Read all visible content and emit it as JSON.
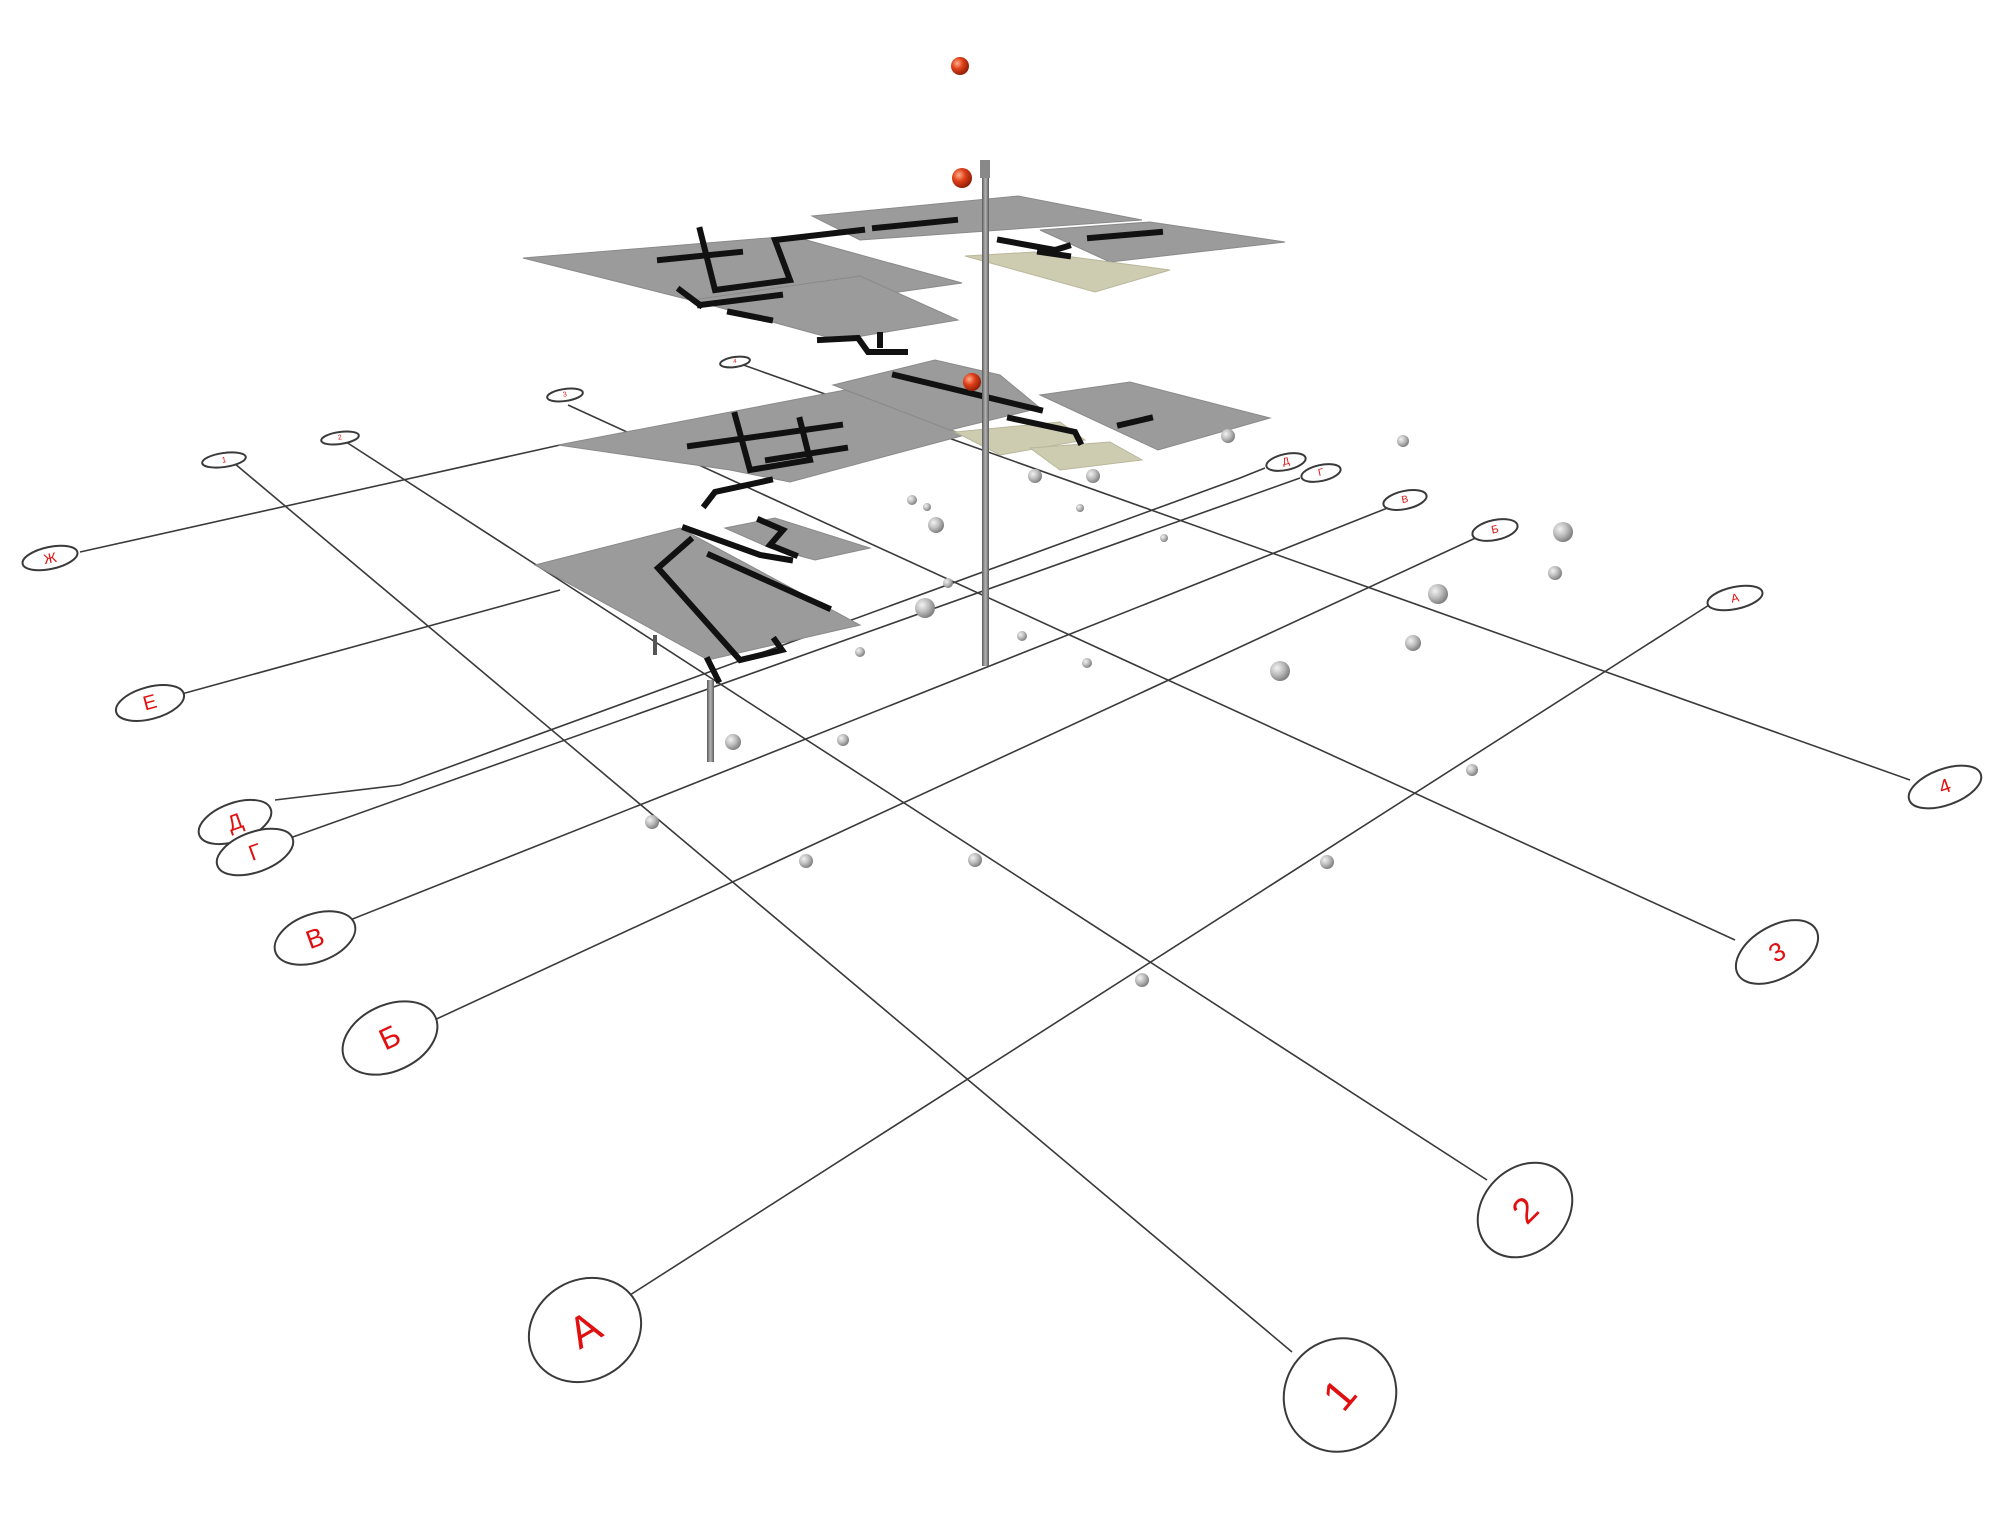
{
  "scene": {
    "axes_letters": [
      {
        "id": "zh",
        "label": "Ж"
      },
      {
        "id": "e",
        "label": "Е"
      },
      {
        "id": "d",
        "label": "Д"
      },
      {
        "id": "g",
        "label": "Г"
      },
      {
        "id": "v",
        "label": "В"
      },
      {
        "id": "b",
        "label": "Б"
      },
      {
        "id": "a",
        "label": "А"
      }
    ],
    "axes_numbers": [
      {
        "id": "1",
        "label": "1"
      },
      {
        "id": "2",
        "label": "2"
      },
      {
        "id": "3",
        "label": "3"
      },
      {
        "id": "4",
        "label": "4"
      }
    ],
    "floors": 3,
    "colors": {
      "slab": "#9b9b9b",
      "slab_beige": "#cdcbb0",
      "label_red": "#e01010",
      "sphere_red": "#e0401a",
      "line": "#3a3a3a"
    }
  }
}
